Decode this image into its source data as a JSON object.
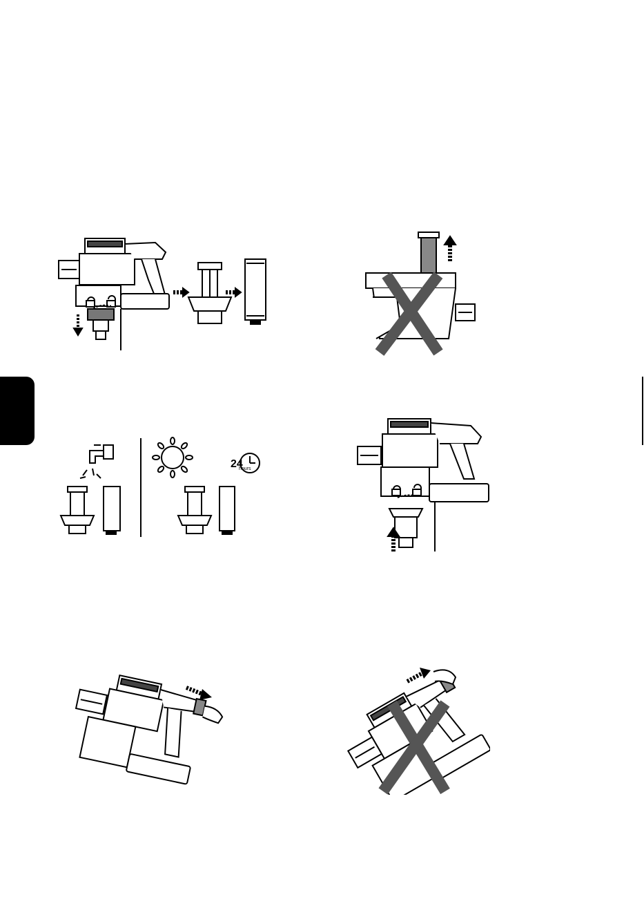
{
  "page": {
    "side_tab_color": "#000000"
  },
  "icons": {
    "clock_badge_number": "24",
    "clock_badge_unit": "hours"
  },
  "figures": [
    {
      "id": "fig-remove-filter",
      "icons": [
        "unlock-icon",
        "lock-icon",
        "arrow-right-icon"
      ]
    },
    {
      "id": "fig-wrong-pull-filter",
      "icons": [
        "cross-mark-icon",
        "arrow-up-icon"
      ]
    },
    {
      "id": "fig-wash-and-dry",
      "icons": [
        "faucet-icon",
        "sun-icon",
        "clock-icon"
      ]
    },
    {
      "id": "fig-reinsert-filter",
      "icons": [
        "unlock-icon",
        "lock-icon",
        "arrow-up-icon"
      ]
    },
    {
      "id": "fig-remove-battery",
      "icons": [
        "arrow-right-icon",
        "hand-icon"
      ]
    },
    {
      "id": "fig-wrong-remove-battery",
      "icons": [
        "cross-mark-icon",
        "hand-icon"
      ]
    }
  ]
}
